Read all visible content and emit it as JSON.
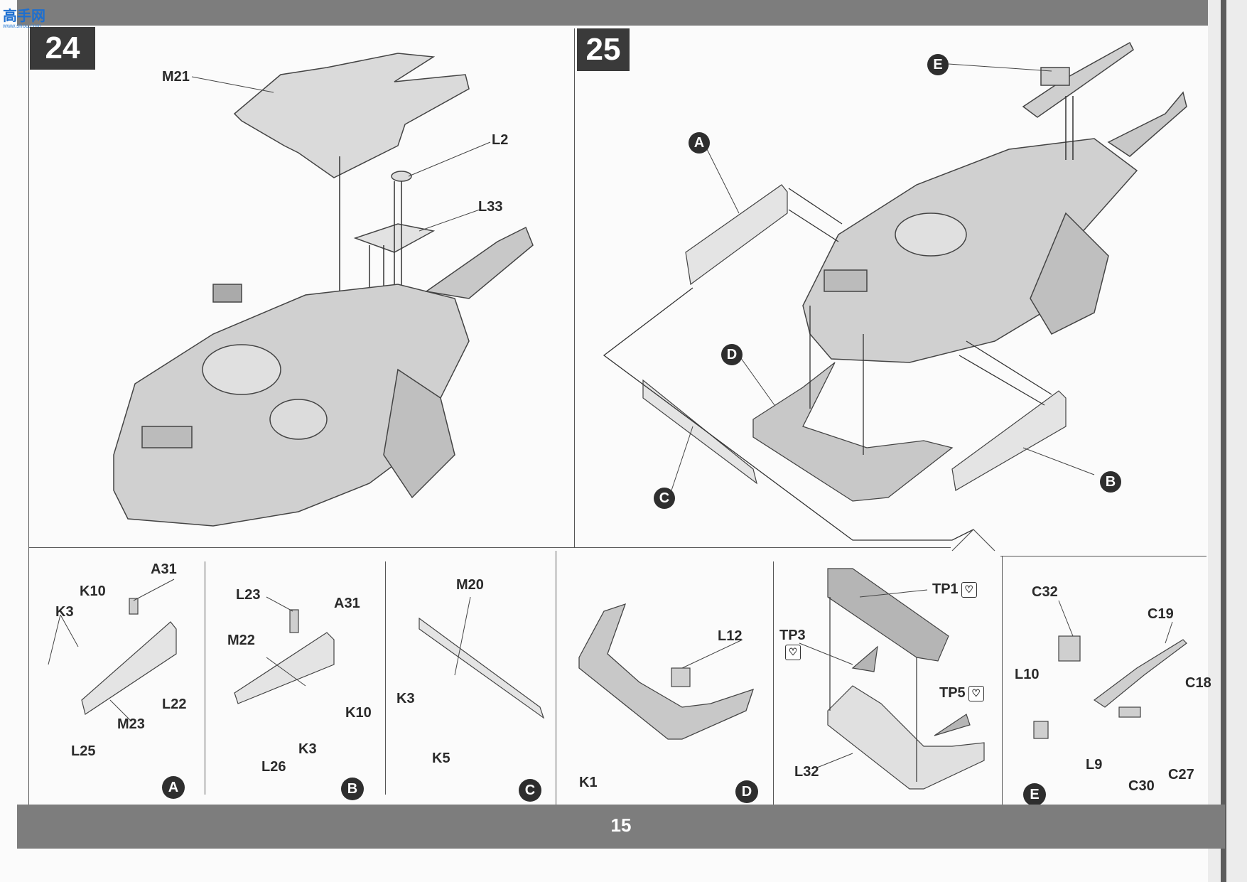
{
  "logo": {
    "text": "高手网",
    "sub": "www.shou.com"
  },
  "page_number": "15",
  "steps": [
    {
      "number": "24"
    },
    {
      "number": "25"
    }
  ],
  "step24_labels": {
    "m21": "M21",
    "l2": "L2",
    "l33": "L33"
  },
  "step25_labels": {
    "e": "E",
    "a": "A",
    "d": "D",
    "c": "C",
    "b": "B"
  },
  "subpanels": {
    "a": {
      "callout": "A",
      "parts": [
        "A31",
        "K10",
        "K3",
        "L22",
        "M23",
        "L25"
      ]
    },
    "b": {
      "callout": "B",
      "parts": [
        "L23",
        "A31",
        "M22",
        "K10",
        "K3",
        "L26"
      ]
    },
    "c": {
      "callout": "C",
      "parts": [
        "M20",
        "K3",
        "K5"
      ]
    },
    "d": {
      "callout": "D",
      "parts": [
        "L12",
        "K1"
      ]
    },
    "d2": {
      "parts": [
        "TP1",
        "TP3",
        "TP5",
        "L32"
      ]
    },
    "e": {
      "callout": "E",
      "parts": [
        "C32",
        "C19",
        "L10",
        "C18",
        "L9",
        "C30",
        "C27"
      ]
    }
  },
  "colors": {
    "bar": "#7d7d7d",
    "step_box": "#3a3a3a",
    "line": "#555555",
    "part_fill": "#d4d4d4"
  }
}
